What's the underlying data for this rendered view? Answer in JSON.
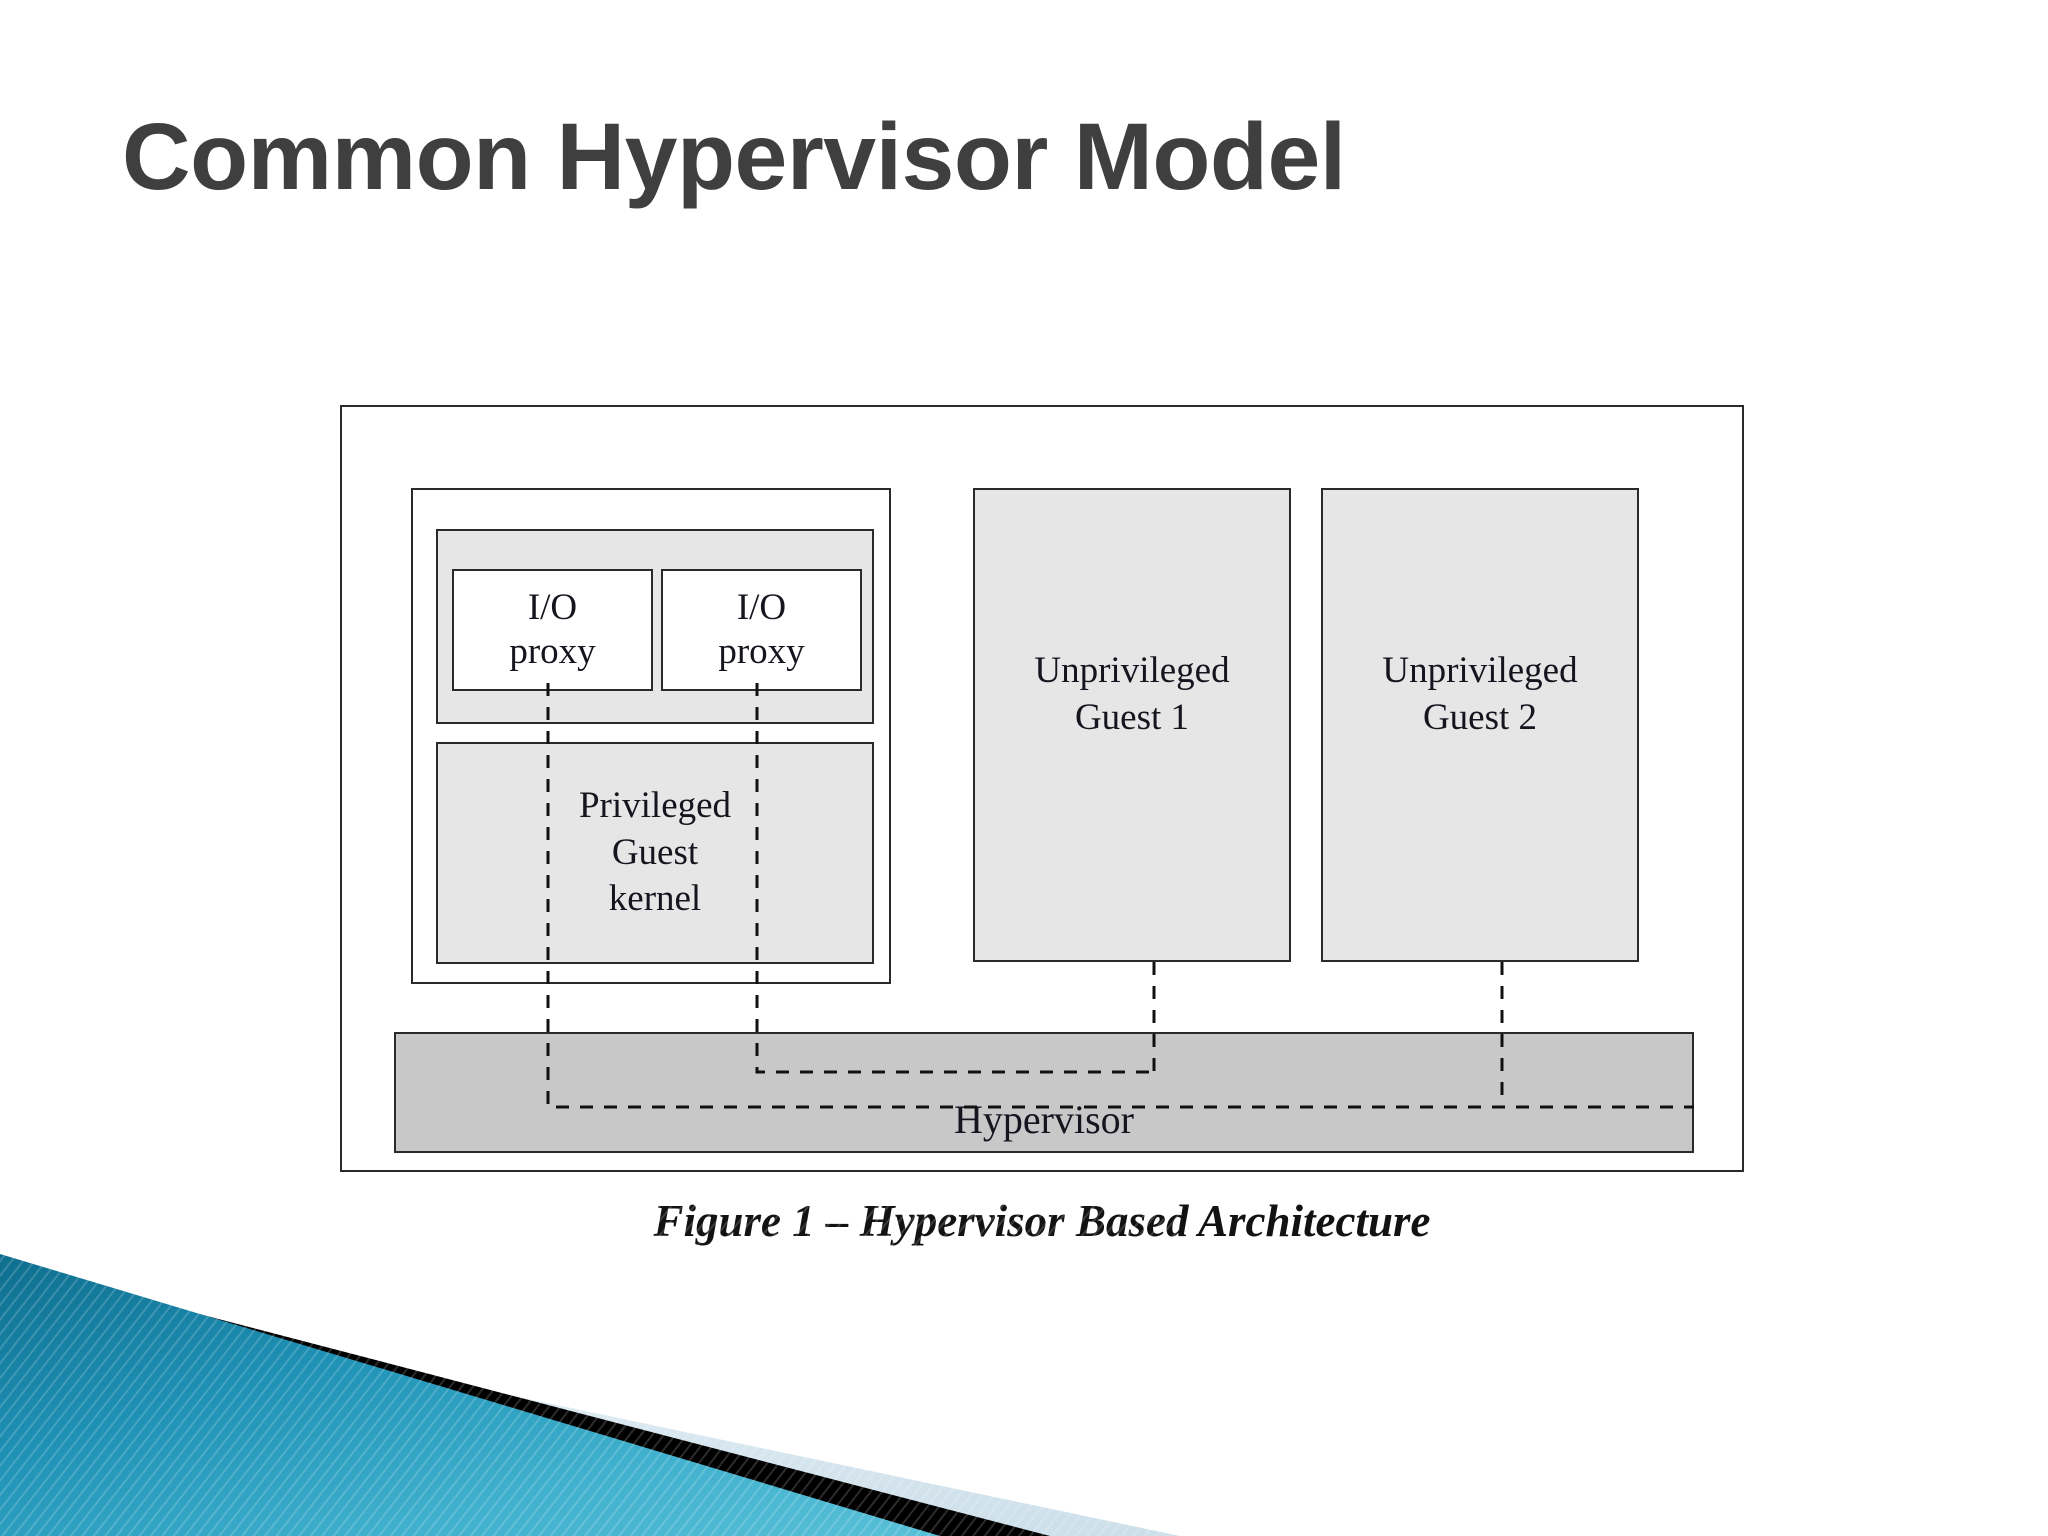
{
  "slide": {
    "title": "Common Hypervisor Model",
    "title_color": "#3f3f3f",
    "background_color": "#ffffff"
  },
  "figure": {
    "caption": "Figure 1 – Hypervisor Based Architecture",
    "frame_border_color": "#2a2a2a",
    "blocks": {
      "io_proxy_left": "I/O\nproxy",
      "io_proxy_right": "I/O\nproxy",
      "privileged_guest_kernel": "Privileged\nGuest\nkernel",
      "unprivileged_guest_1": "Unprivileged\nGuest 1",
      "unprivileged_guest_2": "Unprivileged\nGuest 2",
      "hypervisor": "Hypervisor"
    },
    "colors": {
      "panel_light_gray": "#e6e6e6",
      "hypervisor_gray": "#c8c8c8",
      "box_white": "#ffffff",
      "text": "#15151f"
    },
    "connectors": {
      "style": "dashed",
      "description": "Dashed lines link each I/O proxy and each unprivileged guest down into the Hypervisor bar"
    }
  },
  "decoration": {
    "corner_teal_light": "#4fb4d0",
    "corner_teal_dark": "#11708f",
    "corner_black": "#000000",
    "corner_pale": "#dce9f0"
  }
}
